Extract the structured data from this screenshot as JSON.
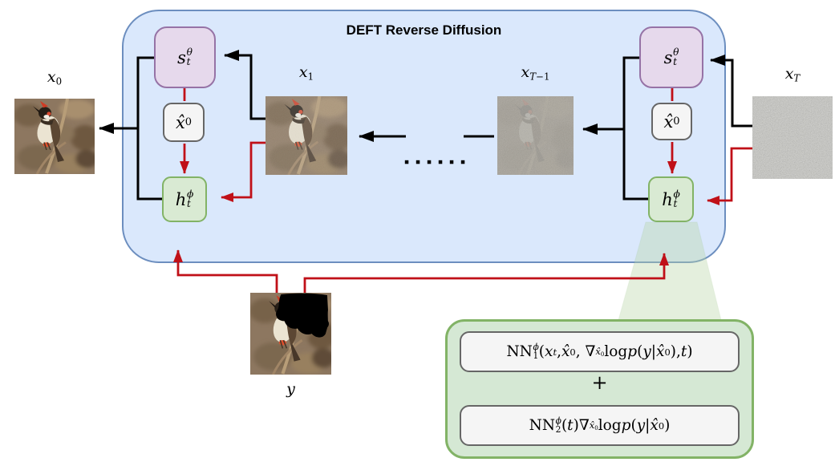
{
  "title": "DEFT Reverse Diffusion",
  "nodes": {
    "score_label_html": "<i>s</i><span class='ss'><i>θ</i><i>t</i></span>",
    "xhat_label_html": "<i>x̂</i><span class='sb'>0</span>",
    "h_label_html": "<i>h</i><span class='ss'><i>ϕ</i><i>t</i></span>"
  },
  "captions": {
    "x0_html": "<i>x</i><span class='sb'>0</span>",
    "x1_html": "<i>x</i><span class='sb'>1</span>",
    "xT1_html": "<i>x</i><span class='sb'><i>T</i>−1</span>",
    "xT_html": "<i>x</i><span class='sb'><i>T</i></span>",
    "y_html": "<i>y</i>"
  },
  "formula": {
    "line1_html": "NN<span class='ss'><i>ϕ</i><span>1</span></span>(<i>x</i><span class='sb'><i>t</i></span>, <i>x̂</i><span class='sb'>0</span>, ∇<span class='sb'><i>x̂</i><span class='sb'>0</span></span> log <i>p</i>(<i>y</i>|<i>x̂</i><span class='sb'>0</span>), <i>t</i>)",
    "plus_sign": "+",
    "line2_html": "NN<span class='ss'><i>ϕ</i><span>2</span></span>(<i>t</i>)∇<span class='sb'><i>x̂</i><span class='sb'>0</span></span> log <i>p</i>(<i>y</i>|<i>x̂</i><span class='sb'>0</span>)"
  },
  "images": {
    "x0_description": "clean bird photograph",
    "x1_description": "bird photograph with slight noise",
    "xT1_description": "heavily noised, barely visible bird",
    "xT_description": "pure gaussian noise",
    "y_description": "bird photograph with black occlusion mask"
  },
  "chain": {
    "ellipsis_dot_count": 6
  },
  "colors": {
    "container_fill": "#dae8fc",
    "container_stroke": "#6c8ebf",
    "score_fill": "#e6d9ec",
    "score_stroke": "#9673a6",
    "xhat_fill": "#f5f5f5",
    "xhat_stroke": "#666666",
    "h_fill": "#d9ead3",
    "h_stroke": "#82b366",
    "callout_fill": "#d5e8d4",
    "callout_stroke": "#82b366",
    "arrow_black": "#000000",
    "arrow_red": "#c01018"
  }
}
